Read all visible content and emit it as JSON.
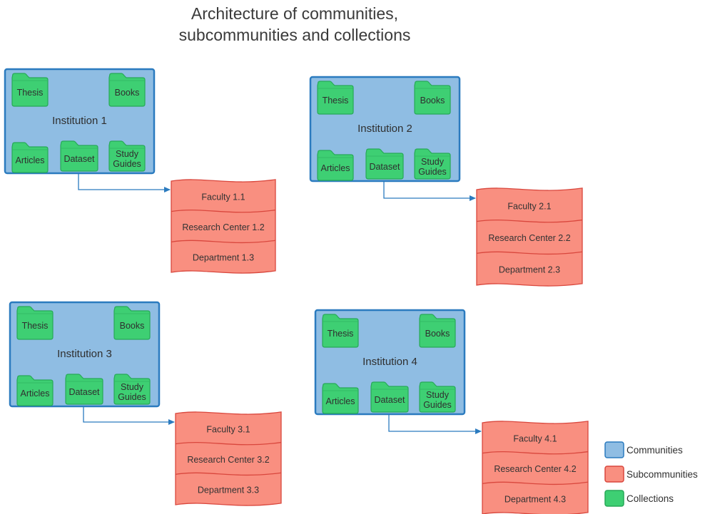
{
  "title": {
    "line1": "Architecture of communities,",
    "line2": "subcommunities and collections"
  },
  "colors": {
    "community_fill": "#8fbde3",
    "community_stroke": "#2b7bbf",
    "collection_fill": "#3ecf73",
    "collection_stroke": "#27a957",
    "subcommunity_fill": "#f98f80",
    "subcommunity_stroke": "#d9473d",
    "connector": "#2b7bbf"
  },
  "institutions": [
    {
      "name": "Institution 1",
      "collections": [
        "Thesis",
        "Books",
        "Articles",
        "Dataset",
        "Study Guides"
      ],
      "subcommunities": [
        "Faculty 1.1",
        "Research Center 1.2",
        "Department 1.3"
      ]
    },
    {
      "name": "Institution 2",
      "collections": [
        "Thesis",
        "Books",
        "Articles",
        "Dataset",
        "Study Guides"
      ],
      "subcommunities": [
        "Faculty 2.1",
        "Research Center 2.2",
        "Department 2.3"
      ]
    },
    {
      "name": "Institution 3",
      "collections": [
        "Thesis",
        "Books",
        "Articles",
        "Dataset",
        "Study Guides"
      ],
      "subcommunities": [
        "Faculty 3.1",
        "Research Center 3.2",
        "Department 3.3"
      ]
    },
    {
      "name": "Institution 4",
      "collections": [
        "Thesis",
        "Books",
        "Articles",
        "Dataset",
        "Study Guides"
      ],
      "subcommunities": [
        "Faculty 4.1",
        "Research Center 4.2",
        "Department 4.3"
      ]
    }
  ],
  "legend": [
    {
      "label": "Communities",
      "color": "#8fbde3",
      "stroke": "#2b7bbf"
    },
    {
      "label": "Subcommunities",
      "color": "#f98f80",
      "stroke": "#d9473d"
    },
    {
      "label": "Collections",
      "color": "#3ecf73",
      "stroke": "#27a957"
    }
  ]
}
